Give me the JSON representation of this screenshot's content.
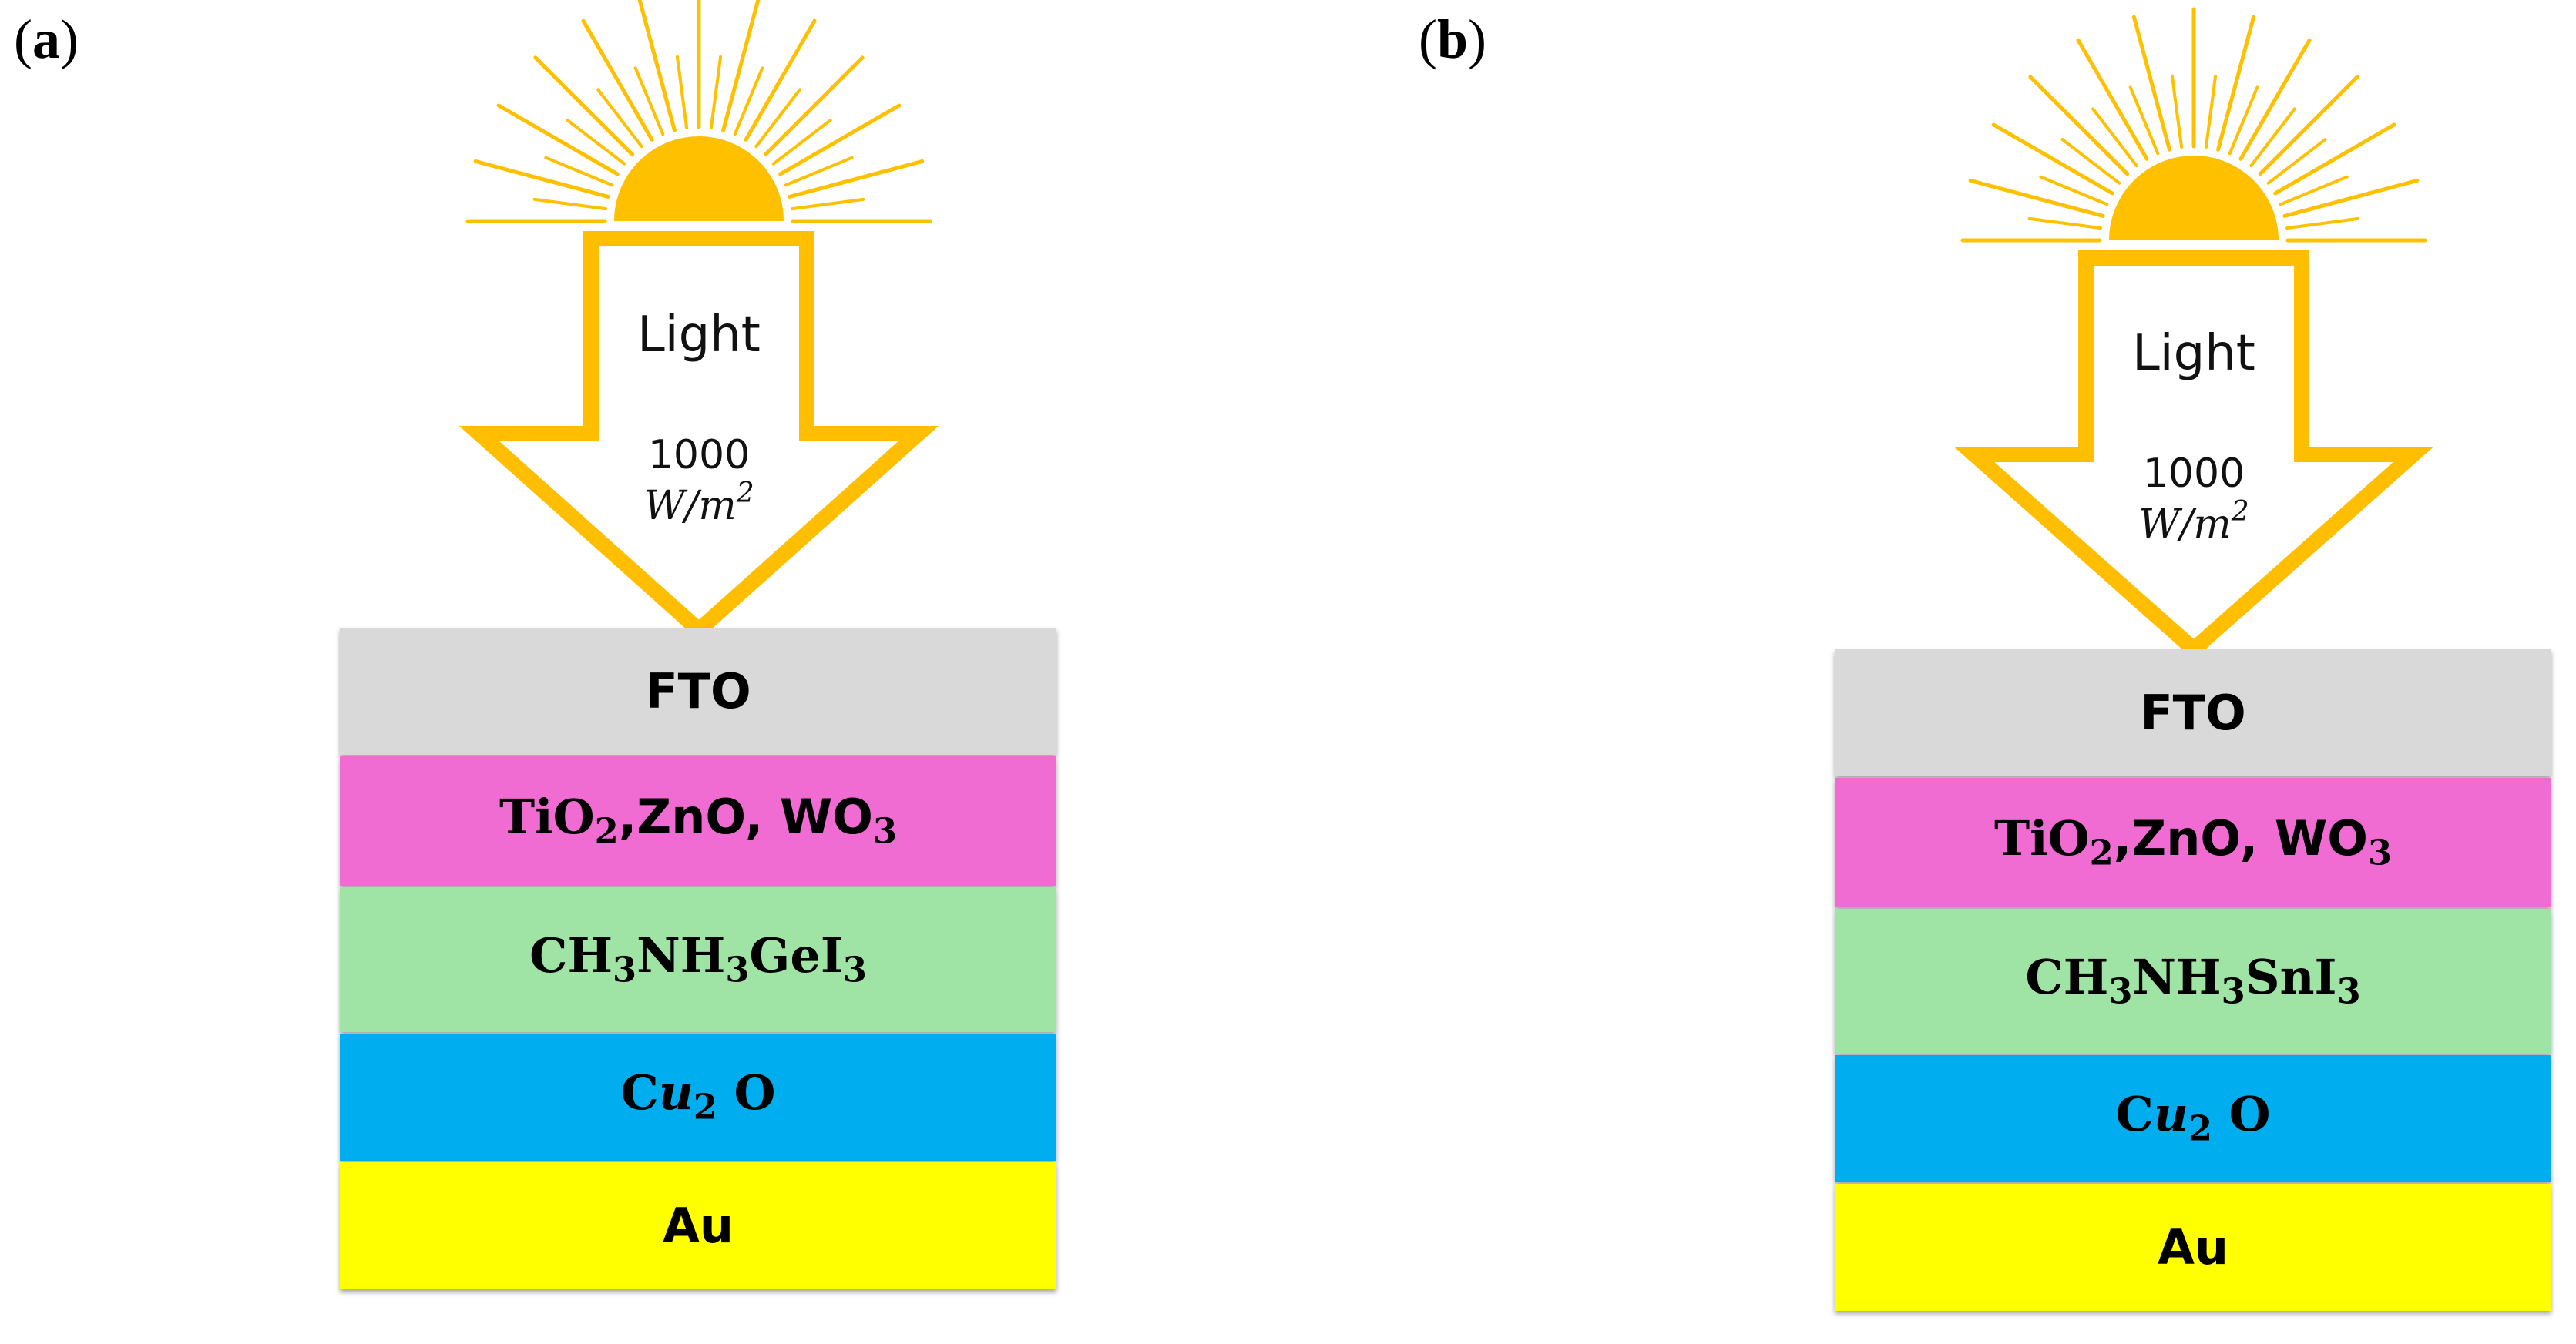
{
  "colors": {
    "sun": "#FFC000",
    "arrow_outline": "#FFBE00",
    "fto": "#D9D9D9",
    "etl": "#F06CD2",
    "absorber": "#9FE3A5",
    "htl": "#00AEEF",
    "electrode": "#FFFF00"
  },
  "panels": [
    {
      "label_open": "(",
      "label_letter": "a",
      "label_close": ")",
      "illumination": {
        "light": "Light",
        "flux": "1000",
        "unit_base": "W/m",
        "unit_exp": "2"
      },
      "layers": {
        "fto": "FTO",
        "etl": {
          "a": "TiO",
          "a_sub": "2",
          "b": ",ZnO, WO",
          "b_sub": "3"
        },
        "absorber": {
          "p1": "CH",
          "s1": "3",
          "p2": "NH",
          "s2": "3",
          "p3": "GeI",
          "s3": "3"
        },
        "htl": {
          "base": "C",
          "italic": "u",
          "sub": "2",
          "rest": " O"
        },
        "electrode": "Au"
      }
    },
    {
      "label_open": "(",
      "label_letter": "b",
      "label_close": ")",
      "illumination": {
        "light": "Light",
        "flux": "1000",
        "unit_base": "W/m",
        "unit_exp": "2"
      },
      "layers": {
        "fto": "FTO",
        "etl": {
          "a": "TiO",
          "a_sub": "2",
          "b": ",ZnO, WO",
          "b_sub": "3"
        },
        "absorber": {
          "p1": "CH",
          "s1": "3",
          "p2": "NH",
          "s2": "3",
          "p3": "SnI",
          "s3": "3"
        },
        "htl": {
          "base": "C",
          "italic": "u",
          "sub": "2",
          "rest": " O"
        },
        "electrode": "Au"
      }
    }
  ]
}
